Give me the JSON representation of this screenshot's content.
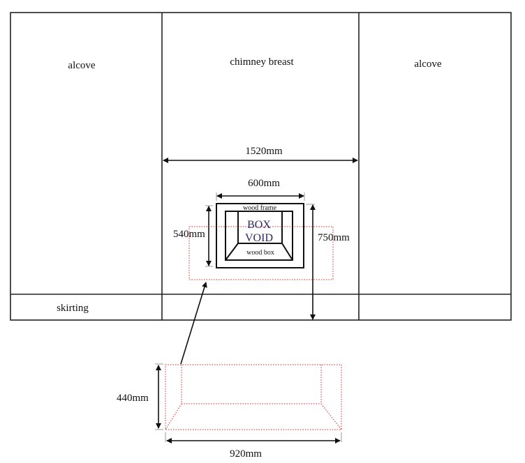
{
  "diagram": {
    "walls": {
      "left_alcove_label": "alcove",
      "chimney_breast_label": "chimney breast",
      "right_alcove_label": "alcove",
      "skirting_label": "skirting"
    },
    "dimensions": {
      "chimney_width": "1520mm",
      "frame_width": "600mm",
      "frame_height": "540mm",
      "opening_height_from_floor": "750mm",
      "box_height": "440mm",
      "box_width": "920mm"
    },
    "fireplace": {
      "frame_label": "wood frame",
      "void_line1": "BOX",
      "void_line2": "VOID",
      "box_label": "wood box"
    },
    "colors": {
      "lines": "#111111",
      "dotted_outline": "#d9534f",
      "void_text": "#2b2b5c"
    }
  }
}
